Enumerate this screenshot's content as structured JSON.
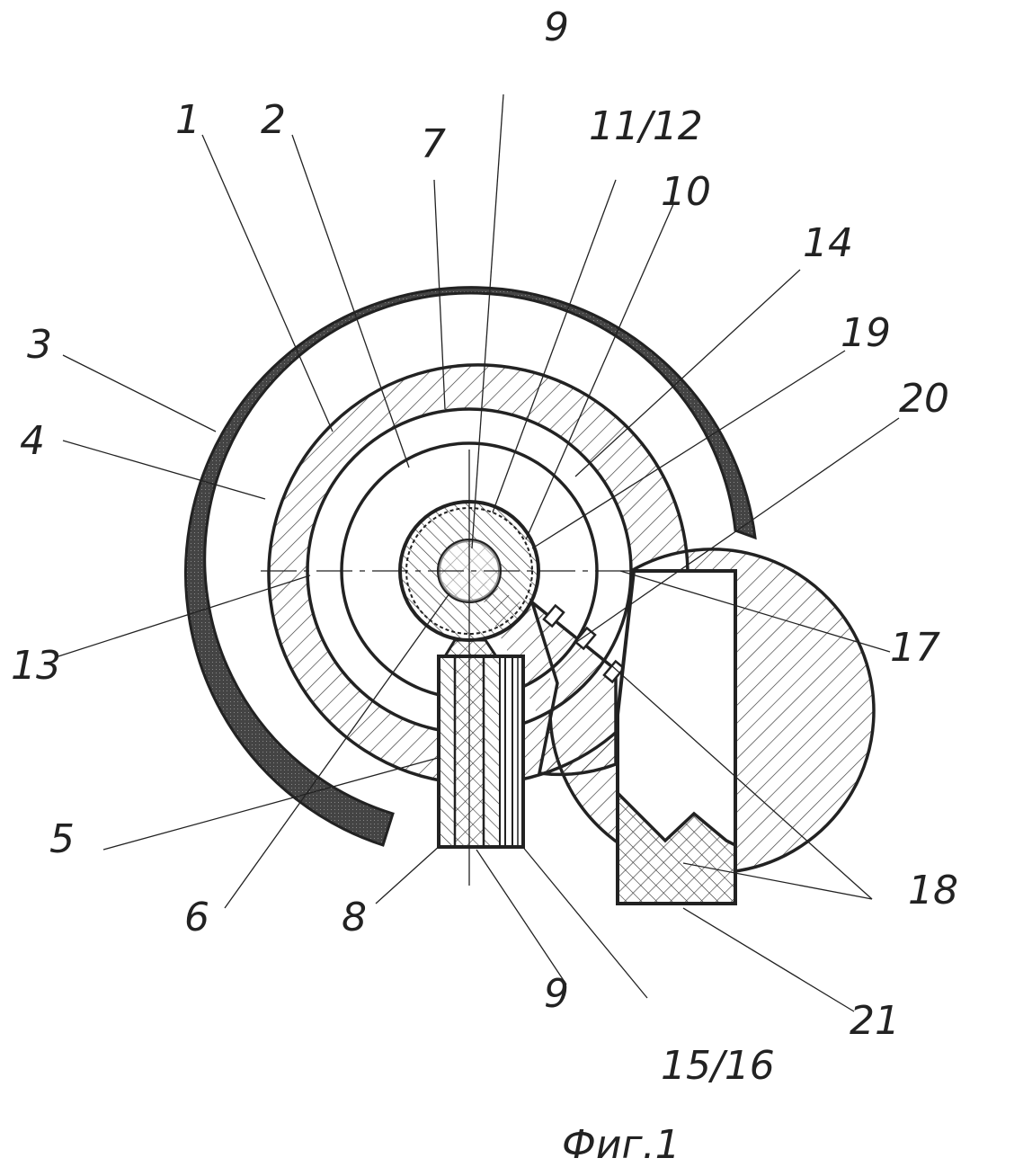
{
  "figure": {
    "caption": "Фиг.1",
    "labels": {
      "l1": "1",
      "l2": "2",
      "l3": "3",
      "l4": "4",
      "l5": "5",
      "l6": "6",
      "l7": "7",
      "l8": "8",
      "l9_top": "9",
      "l9_bottom": "9",
      "l10": "10",
      "l11_12": "11/12",
      "l13": "13",
      "l14": "14",
      "l15_16": "15/16",
      "l17": "17",
      "l18": "18",
      "l19": "19",
      "l20": "20",
      "l21": "21"
    }
  }
}
